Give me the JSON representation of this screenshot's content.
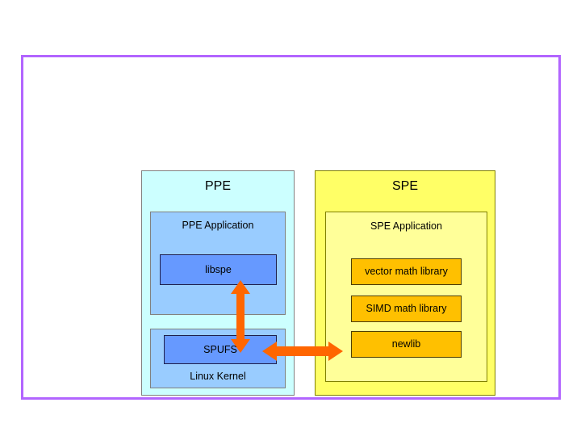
{
  "slide": {
    "frame_color": "#b265ff",
    "background": "#ffffff"
  },
  "ppe": {
    "title": "PPE",
    "panel_color": "#ccffff",
    "application": {
      "title": "PPE Application",
      "color": "#99ccff"
    },
    "libspe": {
      "label": "libspe",
      "color": "#6699ff"
    },
    "kernel": {
      "label": "Linux Kernel",
      "color": "#99ccff"
    },
    "spufs": {
      "label": "SPUFS",
      "color": "#6699ff"
    }
  },
  "spe": {
    "title": "SPE",
    "panel_color": "#ffff66",
    "application": {
      "title": "SPE Application",
      "color": "#ffff99"
    },
    "libraries": [
      {
        "label": "vector math library",
        "color": "#ffc000"
      },
      {
        "label": "SIMD math library",
        "color": "#ffc000"
      },
      {
        "label": "newlib",
        "color": "#ffc000"
      }
    ]
  },
  "connectors": [
    {
      "name": "libspe-spufs-link",
      "orientation": "vertical",
      "style": "double-headed",
      "color": "#ff6600"
    },
    {
      "name": "spufs-spe-link",
      "orientation": "horizontal",
      "style": "double-headed",
      "color": "#ff6600"
    }
  ]
}
